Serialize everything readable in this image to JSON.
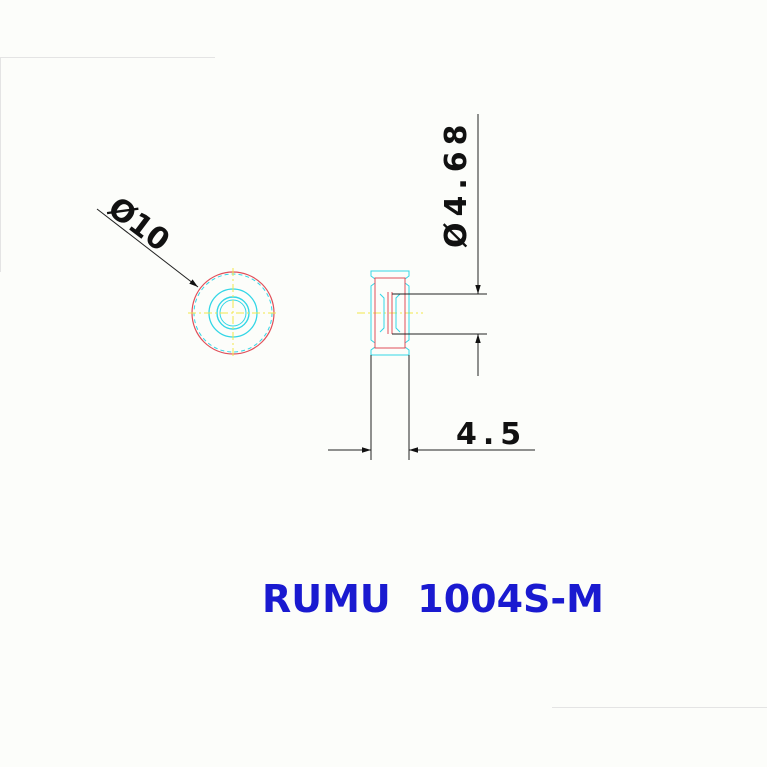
{
  "drawing": {
    "outer_diameter_label": "Ø10",
    "inner_diameter_label": "Ø4.68",
    "width_label": "4.5",
    "part_title": "RUMU  1004S-M"
  },
  "colors": {
    "background": "#fcfdfa",
    "dimension_line": "#222222",
    "outline_cyan": "#33d6e6",
    "outline_red": "#e0505a",
    "centerline_yellow": "#f2e84a",
    "title_blue": "#1a1ad0"
  }
}
